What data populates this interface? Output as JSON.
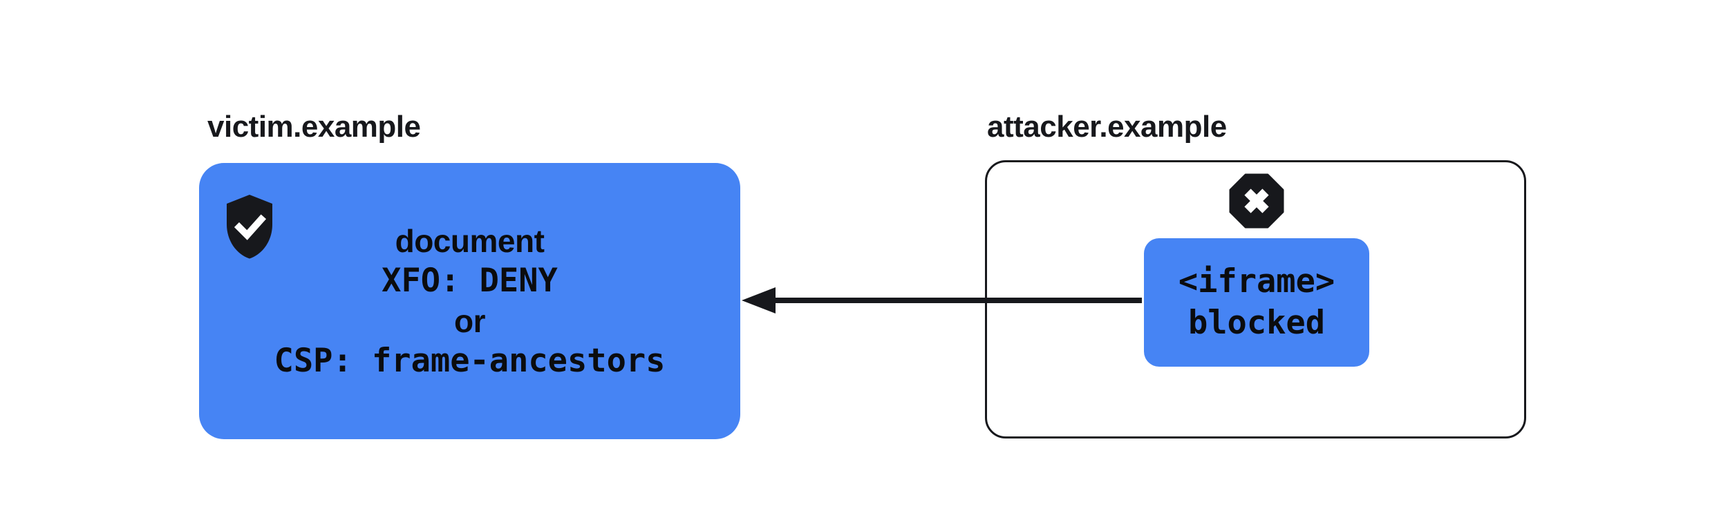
{
  "colors": {
    "accent_blue": "#4684f4",
    "ink": "#17181c",
    "background": "#ffffff"
  },
  "victim": {
    "label": "victim.example",
    "icon": "shield-check-icon",
    "box_lines": [
      "document",
      "XFO: DENY",
      "or",
      "CSP: frame-ancestors"
    ]
  },
  "attacker": {
    "label": "attacker.example",
    "icon": "blocked-octagon-icon",
    "iframe_lines": [
      "<iframe>",
      "blocked"
    ]
  },
  "arrow": {
    "icon": "arrow-left-icon",
    "direction": "right-to-left"
  }
}
